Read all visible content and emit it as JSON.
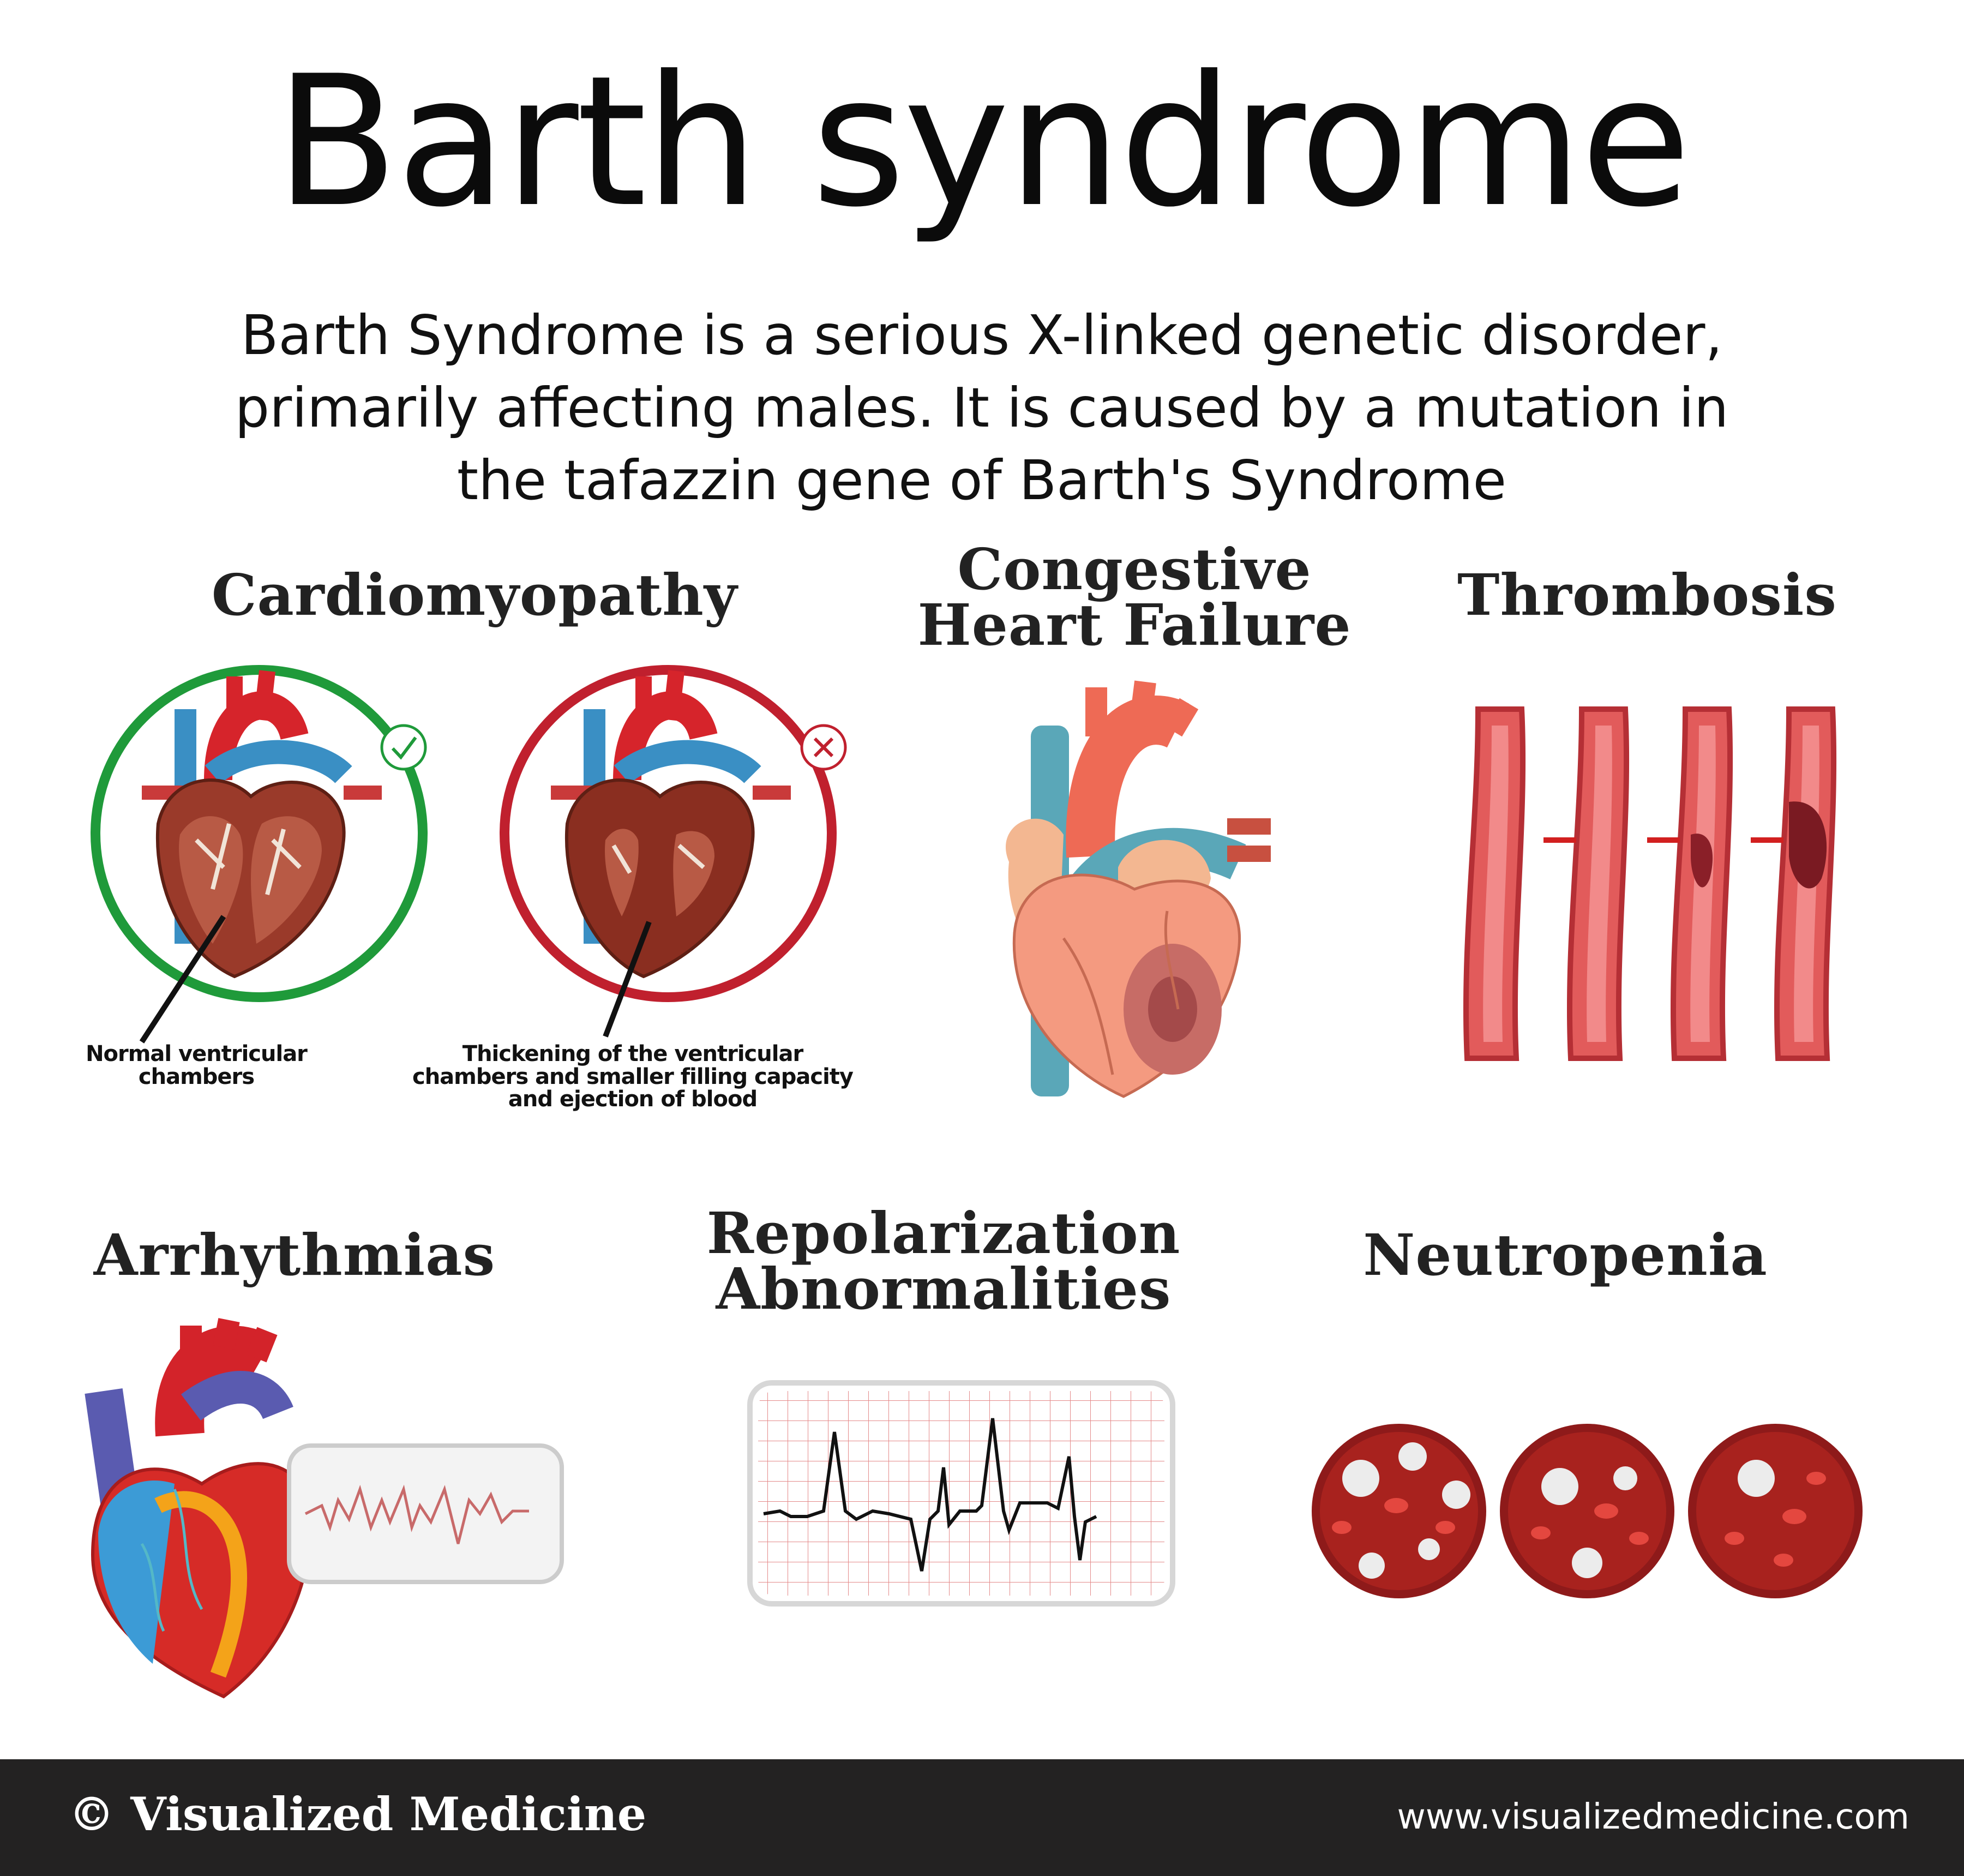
{
  "title": "Barth syndrome",
  "description": {
    "line1": "Barth Syndrome is a serious X-linked genetic disorder,",
    "line2": "primarily affecting males. It is caused by a mutation in",
    "line3": "the tafazzin gene of Barth's Syndrome"
  },
  "sections": {
    "cardiomyopathy": {
      "heading": "Cardiomyopathy",
      "normal_caption": [
        "Normal ventricular",
        "chambers"
      ],
      "abnormal_caption": [
        "Thickening of the ventricular",
        "chambers and smaller filling capacity",
        "and ejection of blood"
      ]
    },
    "chf": {
      "heading": [
        "Congestive",
        "Heart Failure"
      ]
    },
    "thrombosis": {
      "heading": "Thrombosis"
    },
    "arrhythmias": {
      "heading": "Arrhythmias"
    },
    "repolarization": {
      "heading": [
        "Repolarization",
        "Abnormalities"
      ]
    },
    "neutropenia": {
      "heading": "Neutropenia"
    }
  },
  "footer": {
    "brand": "© Visualized Medicine",
    "url": "www.visualizedmedicine.com"
  },
  "colors": {
    "normal_ring": "#1f9a3a",
    "abnormal_ring": "#c0202e",
    "footer_bg": "#232222"
  },
  "icons": [
    "check-icon",
    "cross-icon",
    "heart-illustration",
    "blood-vessel-illustration",
    "ecg-monitor-illustration",
    "blood-cells-illustration"
  ]
}
